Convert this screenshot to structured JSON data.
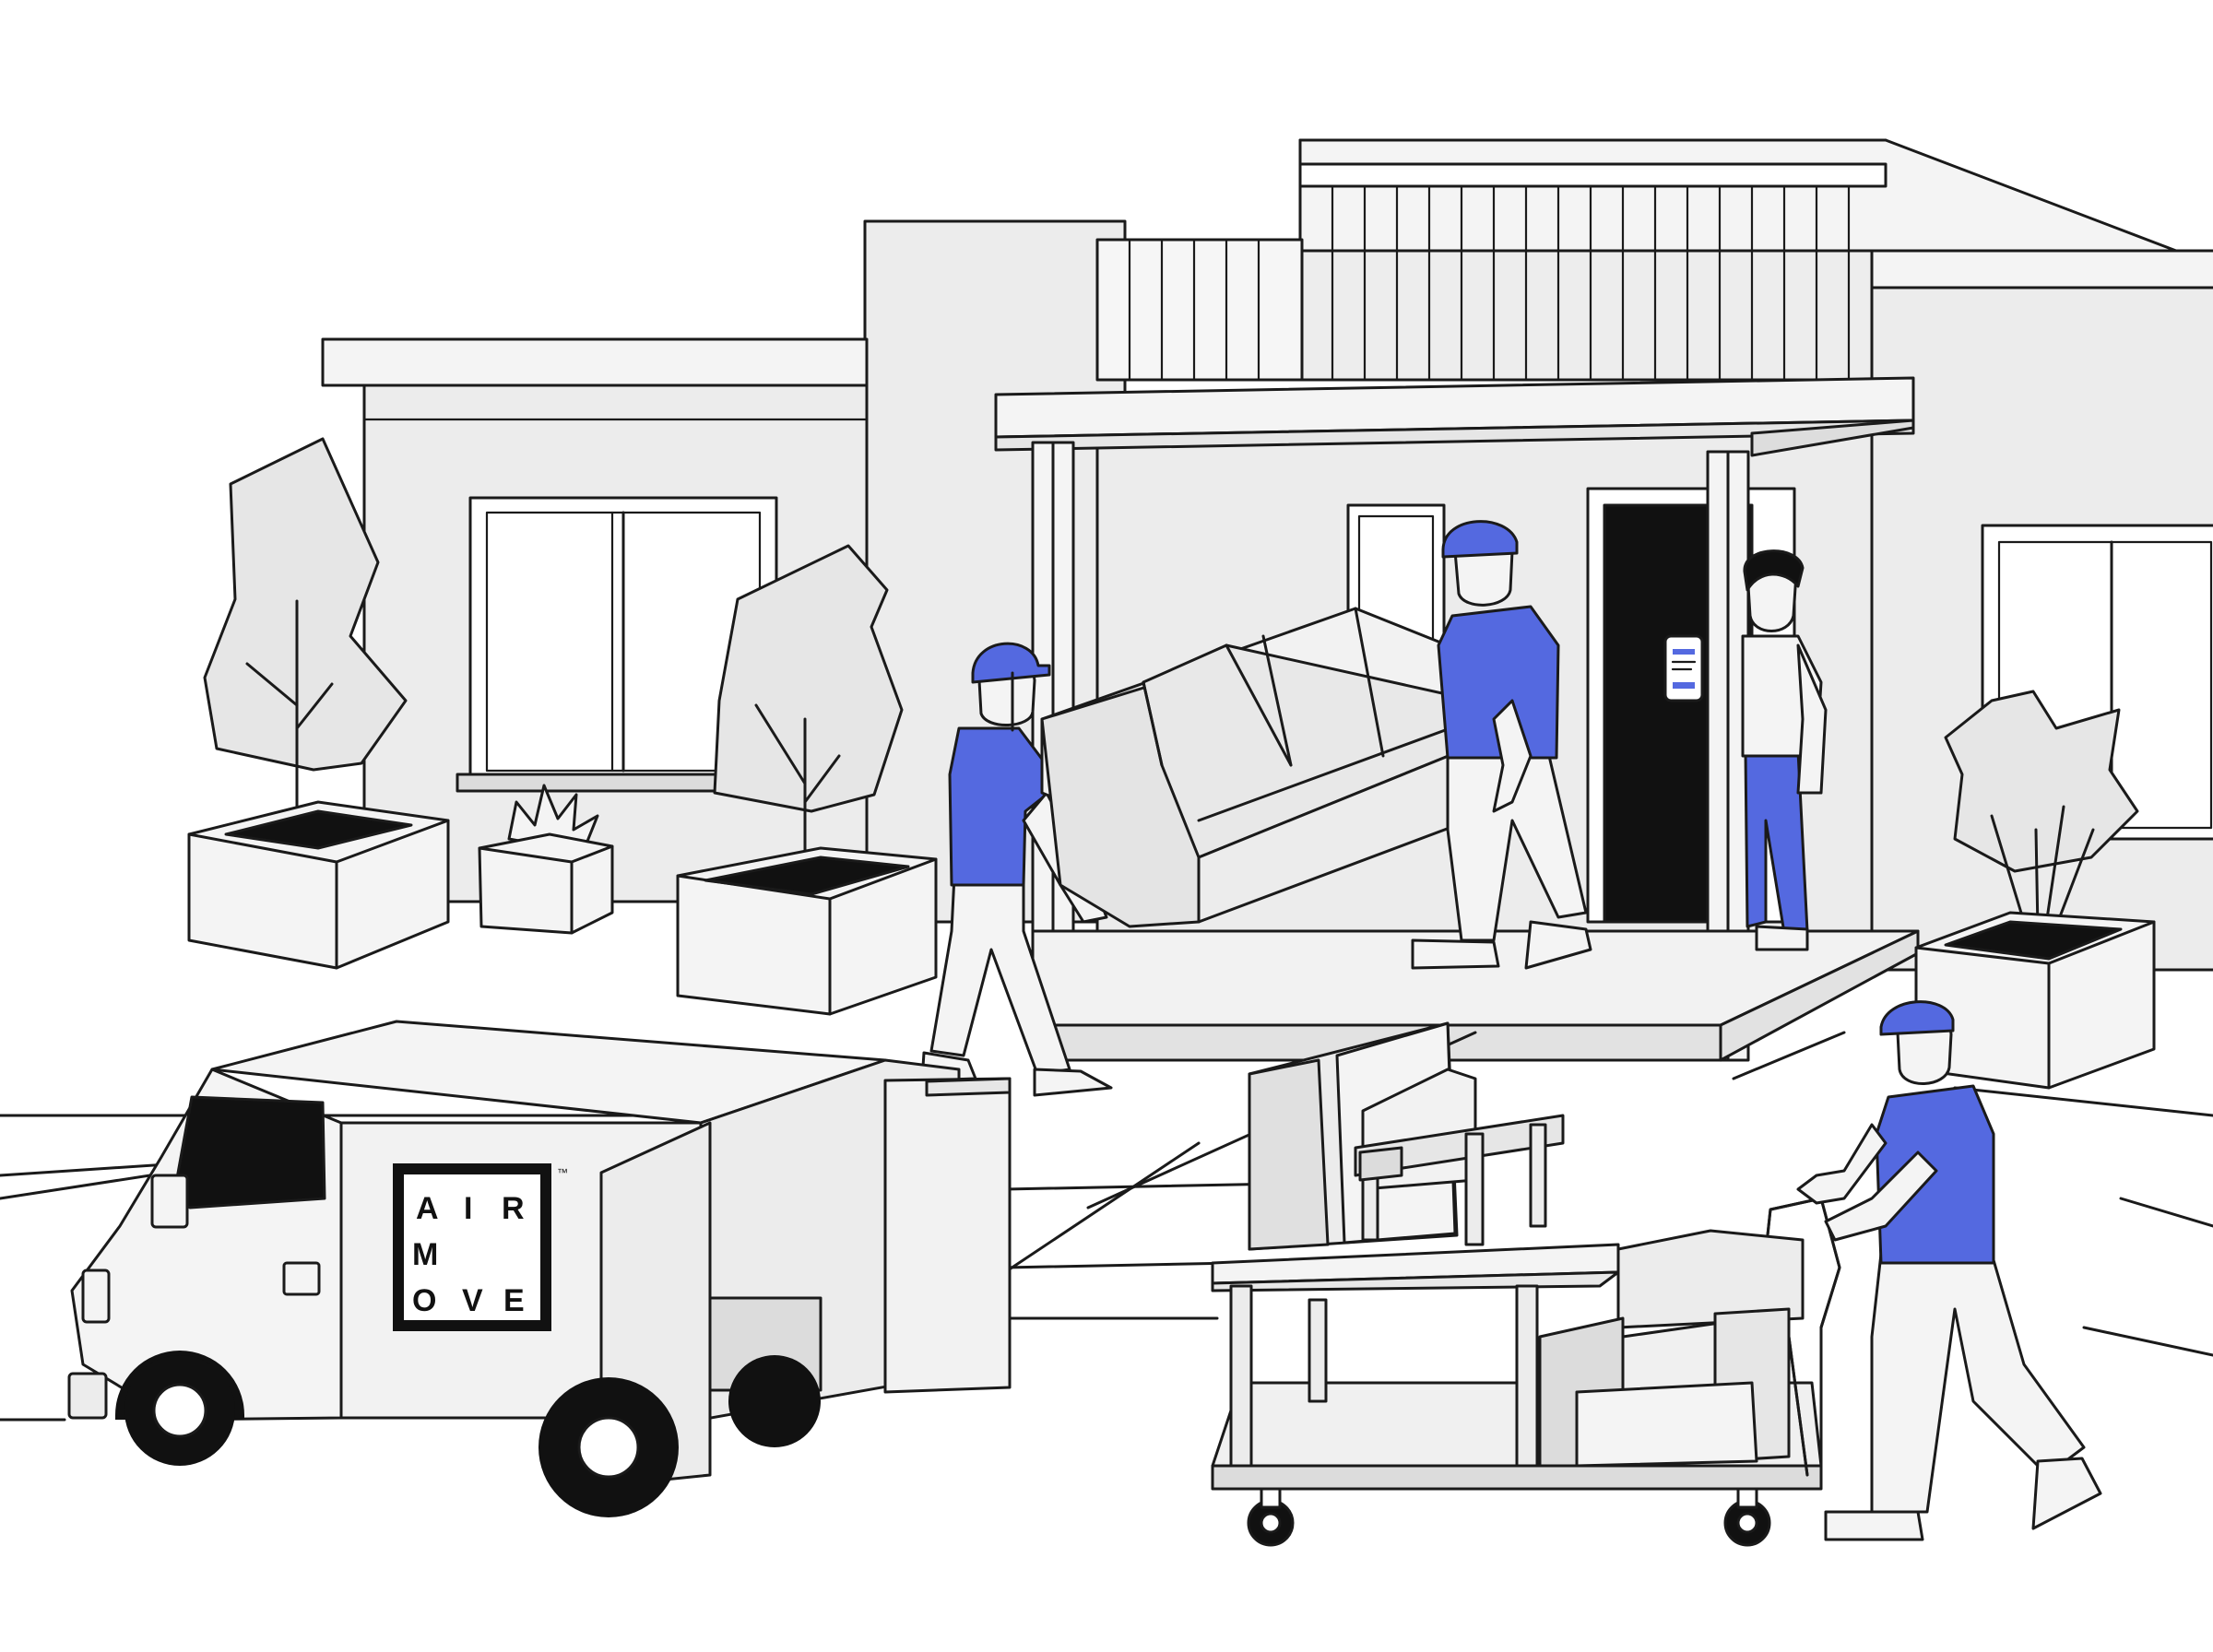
{
  "logo": {
    "rows": [
      [
        "A",
        "I",
        "R"
      ],
      [
        "M",
        "",
        ""
      ],
      [
        "O",
        "V",
        "E"
      ]
    ],
    "trademark": "™"
  },
  "colors": {
    "accent_blue": "#5469e0",
    "line": "#1a1a1a",
    "fill_light": "#ececec",
    "fill_mid": "#dcdcdc",
    "soil": "#111111",
    "background": "#ffffff"
  },
  "icons": [
    "van",
    "sofa",
    "hand-truck",
    "armchair",
    "television",
    "phone",
    "potted-tree"
  ]
}
